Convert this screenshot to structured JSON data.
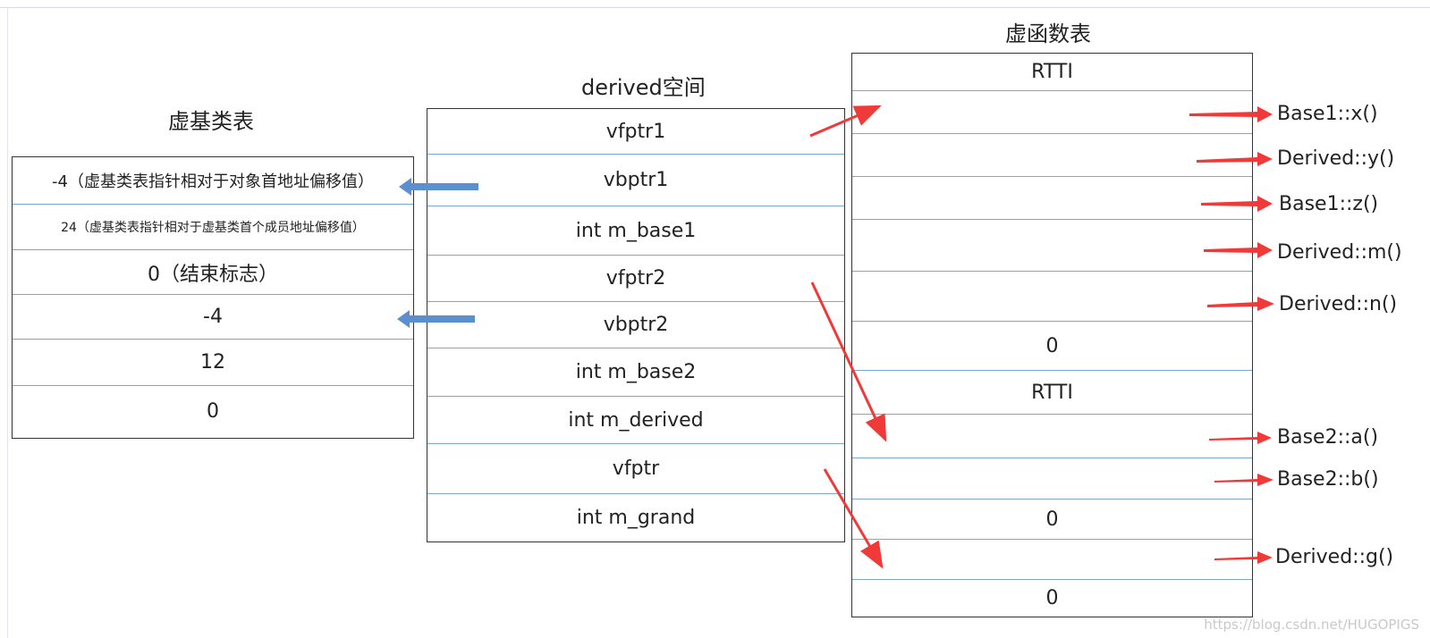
{
  "titles": {
    "vbtable": "虚基类表",
    "derived": "derived空间",
    "vftable": "虚函数表"
  },
  "vbtable_rows": [
    "-4（虚基类表指针相对于对象首地址偏移值）",
    "24（虚基类表指针相对于虚基类首个成员地址偏移值）",
    "0（结束标志）",
    "-4",
    "12",
    "0"
  ],
  "derived_rows": [
    "vfptr1",
    "vbptr1",
    "int m_base1",
    "vfptr2",
    "vbptr2",
    "int m_base2",
    "int m_derived",
    "vfptr",
    "int m_grand"
  ],
  "vftable_rows": [
    "RTTI",
    "",
    "",
    "",
    "",
    "",
    "0",
    "RTTI",
    "",
    "",
    "0",
    "",
    "0"
  ],
  "functions": [
    "Base1::x()",
    "Derived::y()",
    "Base1::z()",
    "Derived::m()",
    "Derived::n()",
    "Base2::a()",
    "Base2::b()",
    "Derived::g()"
  ],
  "watermark": "https://blog.csdn.net/HUGOPIGS",
  "colors": {
    "red_arrow": "#f03a3a",
    "blue_arrow": "#5b8fd0",
    "divider": "#7aa7d6",
    "border": "#333333"
  }
}
